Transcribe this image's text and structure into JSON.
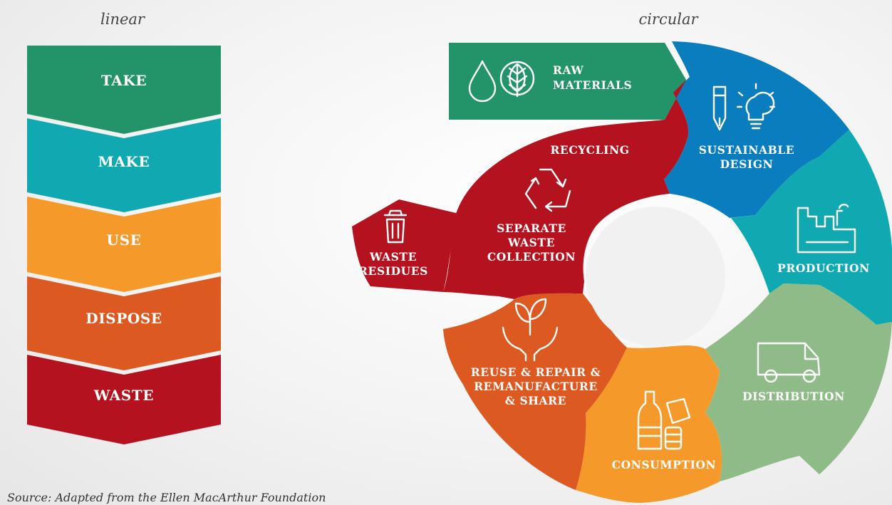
{
  "headings": {
    "linear": "linear",
    "circular": "circular"
  },
  "linear_steps": [
    {
      "label": "TAKE",
      "color": "#23936a"
    },
    {
      "label": "MAKE",
      "color": "#10a9b2"
    },
    {
      "label": "USE",
      "color": "#f59a2a"
    },
    {
      "label": "DISPOSE",
      "color": "#dc5a22"
    },
    {
      "label": "WASTE",
      "color": "#b5121f"
    }
  ],
  "circular": {
    "raw_materials": {
      "line1": "RAW",
      "line2": "MATERIALS",
      "color": "#23936a",
      "icons": [
        "water-drop-icon",
        "leaf-icon"
      ]
    },
    "sustainable_design": {
      "line1": "SUSTAINABLE",
      "line2": "DESIGN",
      "color": "#0a7dbf",
      "icons": [
        "pencil-icon",
        "lightbulb-icon"
      ]
    },
    "production": {
      "line1": "PRODUCTION",
      "color": "#10a9b2",
      "icon": "factory-icon"
    },
    "distribution": {
      "line1": "DISTRIBUTION",
      "color": "#8fbb88",
      "icon": "delivery-van-icon"
    },
    "consumption": {
      "line1": "CONSUMPTION",
      "color": "#f59a2a",
      "icon": "bottle-and-can-icon"
    },
    "reuse": {
      "line1": "REUSE & REPAIR &",
      "line2": "REMANUFACTURE",
      "line3": "& SHARE",
      "color": "#dc5a22",
      "icon": "hands-with-plant-icon"
    },
    "recycling": {
      "title": "RECYCLING",
      "line1": "SEPARATE",
      "line2": "WASTE",
      "line3": "COLLECTION",
      "color": "#b5121f",
      "icon": "recycle-icon"
    },
    "waste_residues": {
      "line1": "WASTE",
      "line2": "RESIDUES",
      "color": "#b5121f",
      "icon": "trash-can-icon"
    }
  },
  "source": "Source: Adapted from the Ellen MacArthur Foundation"
}
